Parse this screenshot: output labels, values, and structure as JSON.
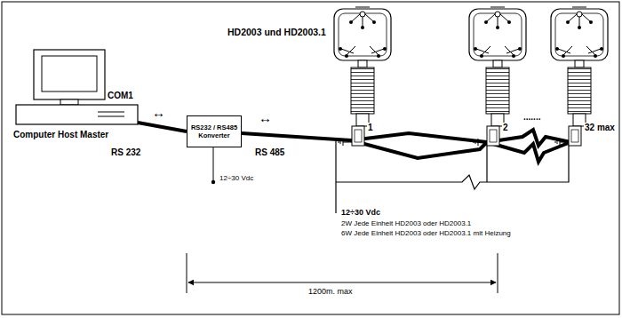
{
  "diagram": {
    "nodes": [
      {
        "text": [
          "RS232 / RS485 Konverter"
        ]
      }
    ],
    "labels": [
      "HD2003 und HD2003.1",
      "COM1",
      "Computer Host Master",
      "↔",
      "RS 232",
      "↔",
      "RS 485",
      "12÷30 Vdc",
      "1",
      "2",
      ".......",
      "32 max",
      "12÷30 Vdc",
      "2W Jede Einheit  HD2003 oder HD2003.1",
      "6W Jede Einheit HD2003 oder HD2003.1 mit Heizung",
      "1200m. max"
    ]
  }
}
